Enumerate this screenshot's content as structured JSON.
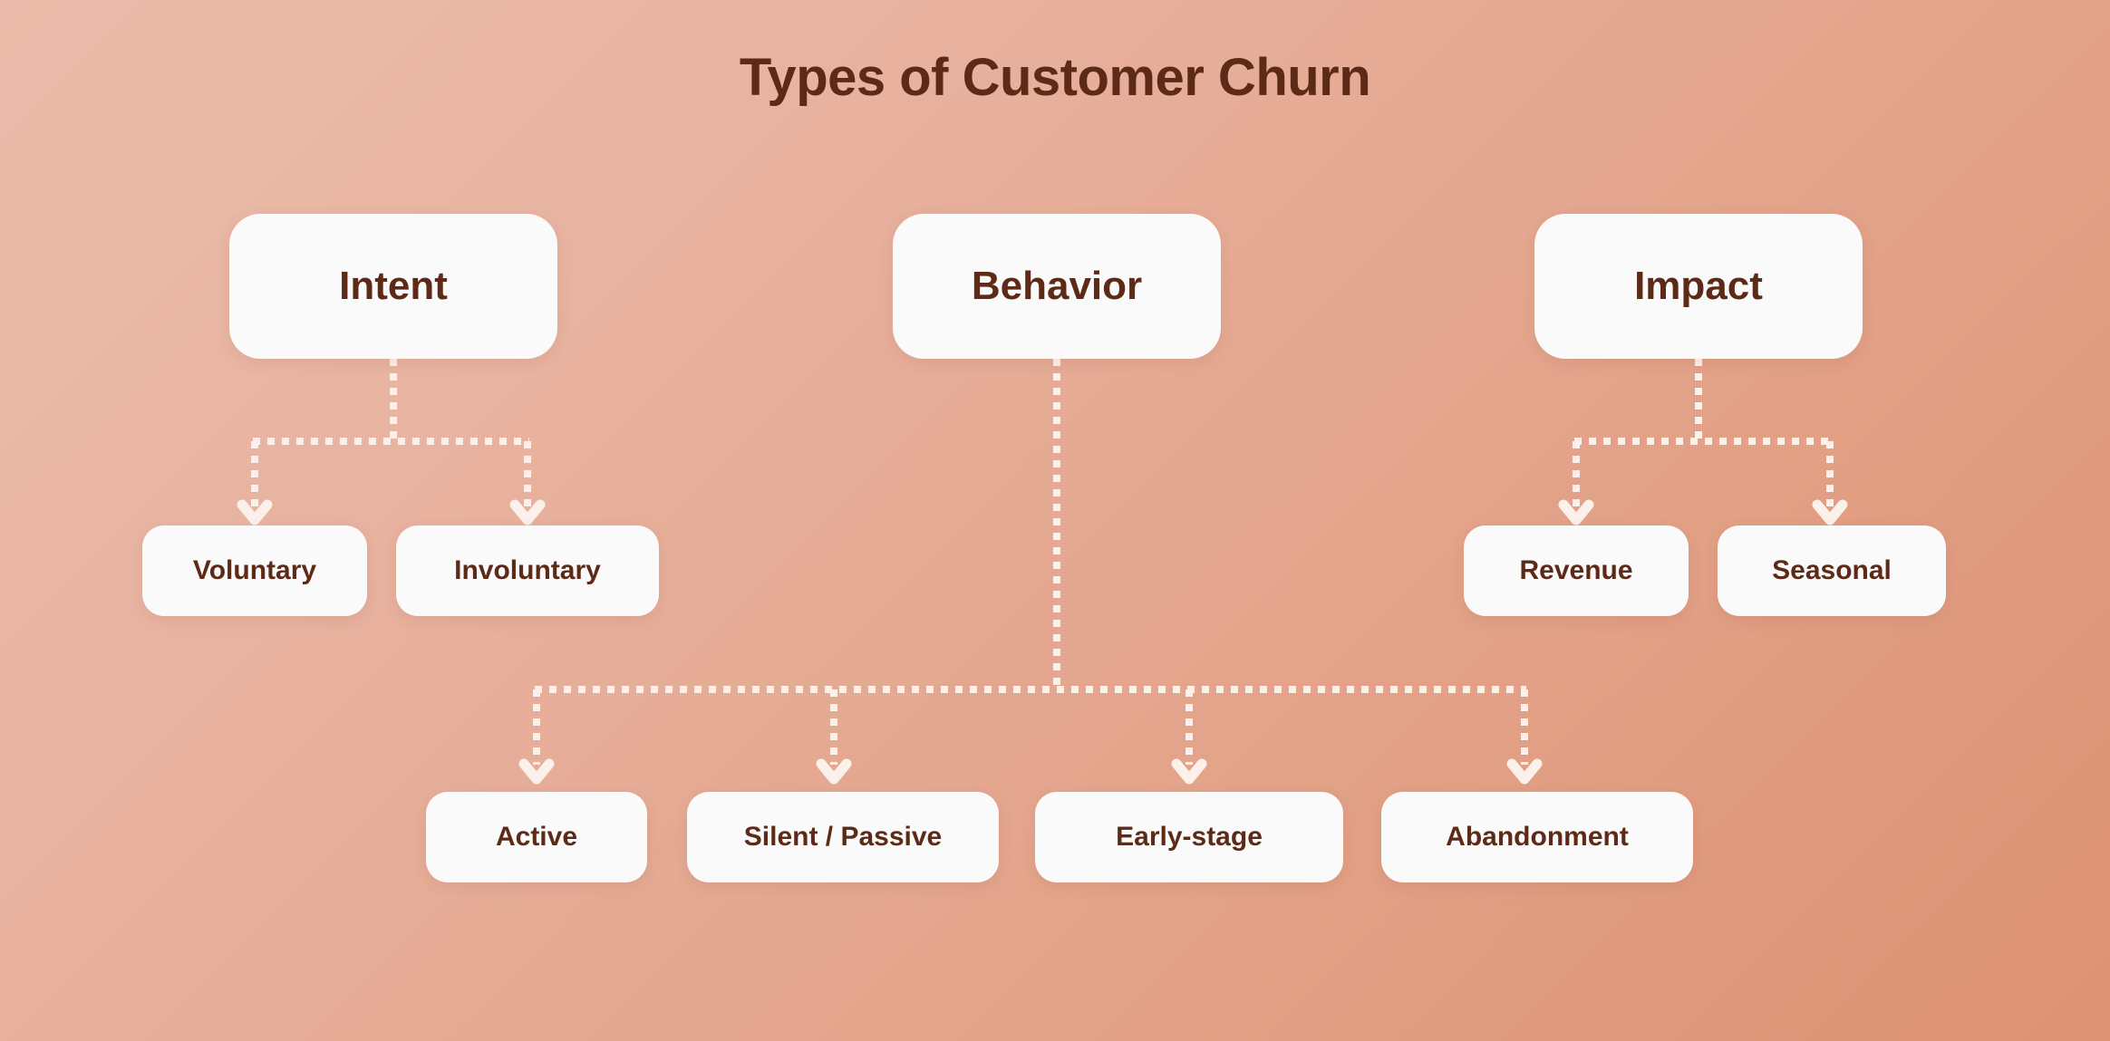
{
  "title": "Types of Customer Churn",
  "theme": {
    "background_gradient_start": "#EBBCAB",
    "background_gradient_end": "#DD9273",
    "node_background": "#FAFAFA",
    "text_color": "#5E2A18",
    "connector_color": "#FBF1EA"
  },
  "chart_data": {
    "type": "diagram",
    "diagram_kind": "tree",
    "title": "Types of Customer Churn",
    "orientation": "top-down",
    "connector_style": "dotted-with-arrowheads",
    "branches": [
      {
        "id": "intent",
        "label": "Intent",
        "children": [
          {
            "id": "voluntary",
            "label": "Voluntary"
          },
          {
            "id": "involuntary",
            "label": "Involuntary"
          }
        ]
      },
      {
        "id": "behavior",
        "label": "Behavior",
        "children": [
          {
            "id": "active",
            "label": "Active"
          },
          {
            "id": "silent-passive",
            "label": "Silent / Passive"
          },
          {
            "id": "early-stage",
            "label": "Early-stage"
          },
          {
            "id": "abandonment",
            "label": "Abandonment"
          }
        ]
      },
      {
        "id": "impact",
        "label": "Impact",
        "children": [
          {
            "id": "revenue",
            "label": "Revenue"
          },
          {
            "id": "seasonal",
            "label": "Seasonal"
          }
        ]
      }
    ]
  },
  "nodes": {
    "intent": "Intent",
    "behavior": "Behavior",
    "impact": "Impact",
    "voluntary": "Voluntary",
    "involuntary": "Involuntary",
    "revenue": "Revenue",
    "seasonal": "Seasonal",
    "active": "Active",
    "silent_passive": "Silent / Passive",
    "early_stage": "Early-stage",
    "abandonment": "Abandonment"
  }
}
